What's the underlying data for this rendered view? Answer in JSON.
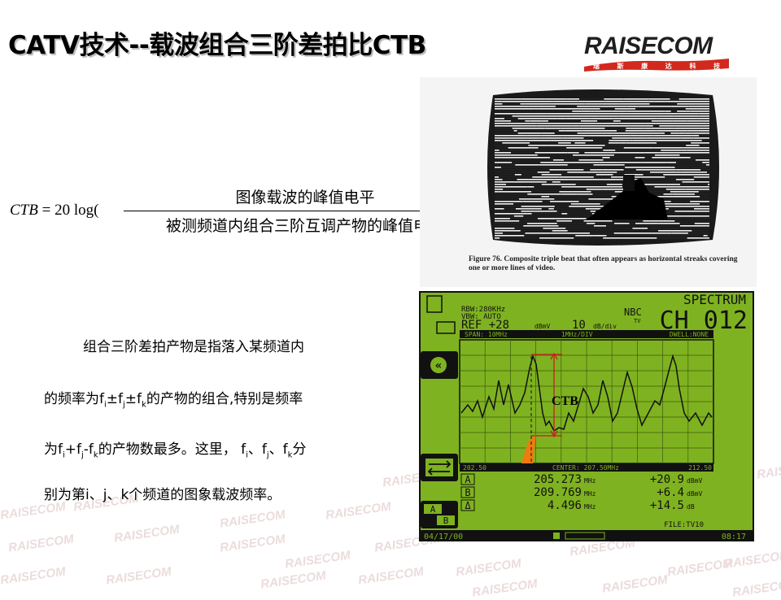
{
  "slide": {
    "title": "CATV技术--载波组合三阶差拍比CTB",
    "watermark": "RAISECOM"
  },
  "logo": {
    "word": "RAISECOM",
    "chars": [
      "瑞",
      "斯",
      "康",
      "达",
      "科",
      "技"
    ]
  },
  "formula": {
    "lhs": "CTB = 20 log(",
    "numerator": "图像载波的峰值电平",
    "denominator": "被测频道内组合三阶互调产物的峰值电平",
    "close": ")"
  },
  "photo": {
    "caption": "Figure 76. Composite triple beat that often appears as horizontal streaks covering one or more lines of video."
  },
  "analyzer": {
    "header": "SPECTRUM",
    "rbw": "RBW:280KHz",
    "vbw": "VBW: AUTO",
    "ref": "REF  +28",
    "ref_unit": "dBmV",
    "scale": "10",
    "scale_unit": "dB/div",
    "channel_tag": "NBC",
    "channel_sub": "TV",
    "channel": "CH 012",
    "span": "SPAN: 10MHz",
    "div": "1MHz/DIV",
    "dwell": "DWELL:NONE",
    "x_left": "202.50",
    "x_center": "CENTER: 207.50MHz",
    "x_right": "212.50",
    "markers": [
      {
        "label": "A",
        "freq": "205.273",
        "freq_unit": "MHz",
        "level": "+20.9",
        "level_unit": "dBmV"
      },
      {
        "label": "B",
        "freq": "209.769",
        "freq_unit": "MHz",
        "level": "+6.4",
        "level_unit": "dBmV"
      },
      {
        "label": "Δ",
        "freq": "4.496",
        "freq_unit": "MHz",
        "level": "+14.5",
        "level_unit": "dB"
      }
    ],
    "file": "FILE:TV10",
    "date": "04/17/00",
    "time": "08:17",
    "ctb_label": "CTB",
    "btn_a": "A",
    "btn_b": "B"
  },
  "paragraph": {
    "line1": "组合三阶差拍产物是指落入某频道内",
    "line2_a": "的频率为f",
    "line2_b": "i",
    "line2_c": "±f",
    "line2_d": "j",
    "line2_e": "±f",
    "line2_f": "k",
    "line2_g": "的产物的组合,特别是频率",
    "line3_a": "为f",
    "line3_b": "i",
    "line3_c": "+f",
    "line3_d": "j",
    "line3_e": "-f",
    "line3_f": "k",
    "line3_g": "的产物数最多。这里， f",
    "line3_h": "i",
    "line3_i": "、f",
    "line3_j": "j",
    "line3_k": "、f",
    "line3_l": "k",
    "line3_m": "分",
    "line4": "别为第i、j、k个频道的图象载波频率。"
  }
}
